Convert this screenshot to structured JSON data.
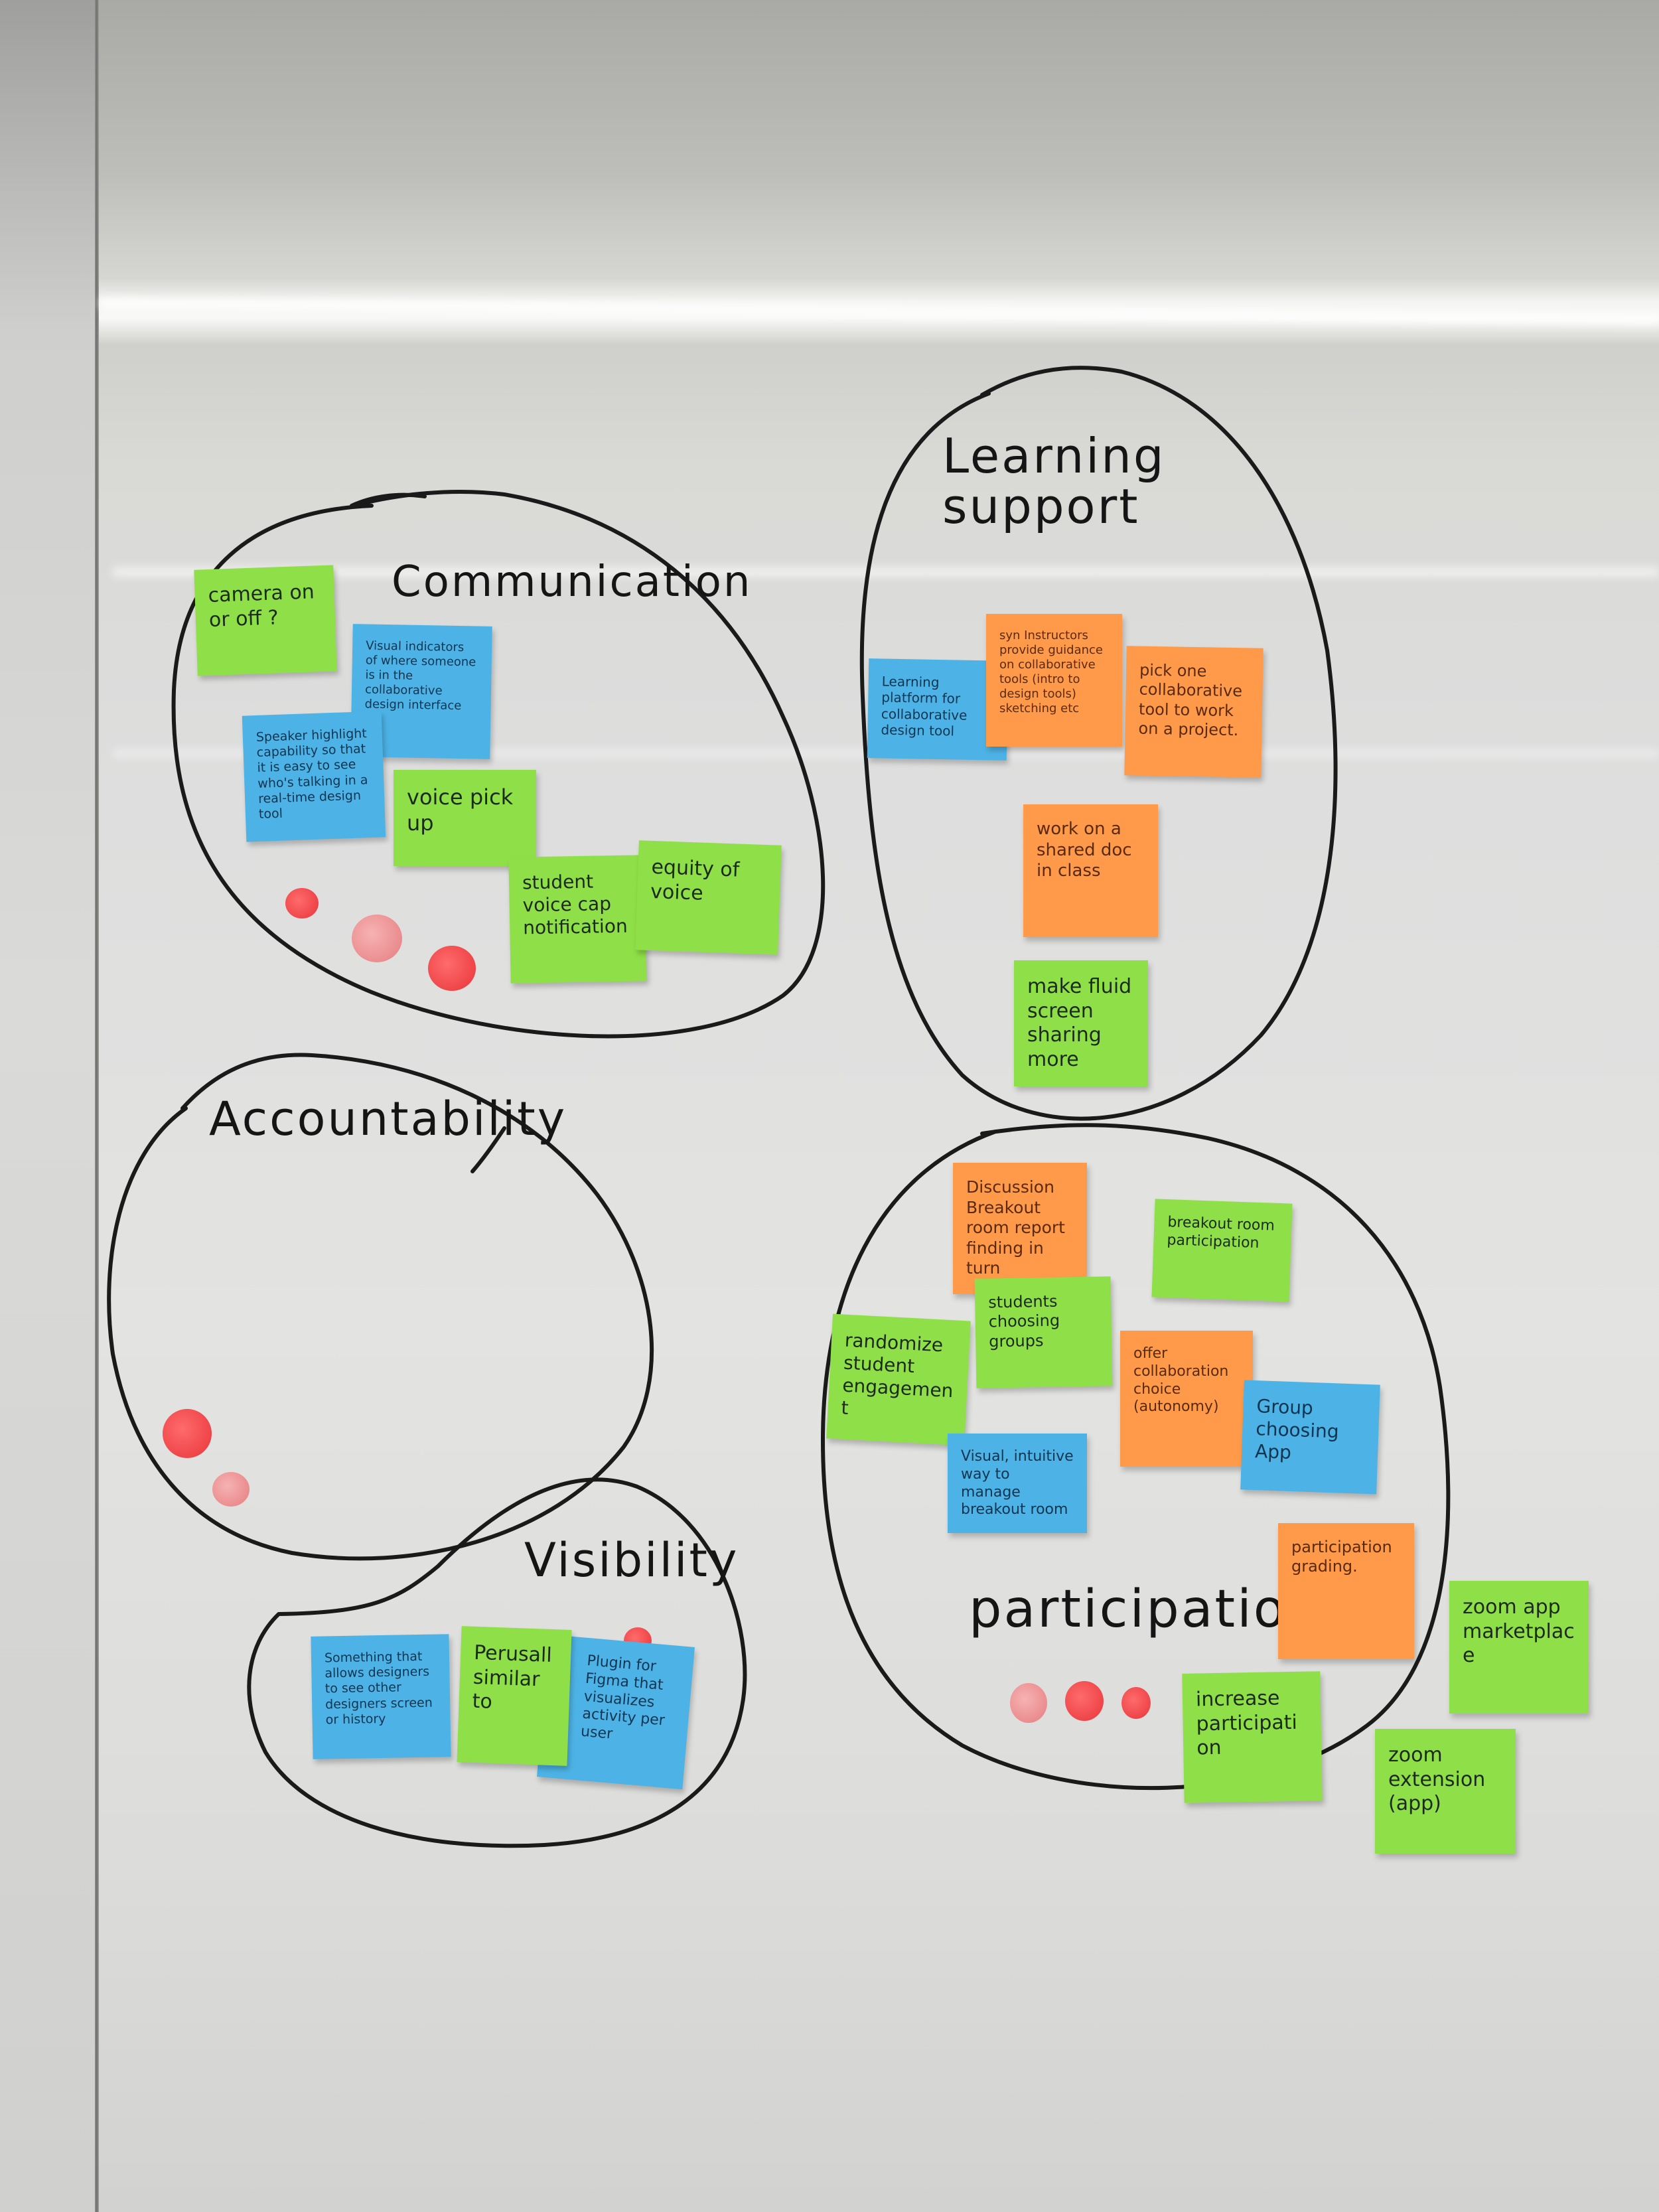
{
  "clusters": {
    "communication": {
      "title": "Communication",
      "notes": [
        "camera on or off ?",
        "Visual indicators of where someone is in the collaborative design interface",
        "Speaker highlight capability so that it is easy to see who's talking in a real-time design tool",
        "voice pick up",
        "student voice cap notification",
        "equity of voice"
      ]
    },
    "learning_support": {
      "title": "Learning support",
      "notes": [
        "Learning platform for collaborative design tool",
        "syn Instructors provide guidance on collaborative tools (intro to design tools) sketching etc",
        "pick one collaborative tool to work on a project.",
        "work on a shared doc in class",
        "make fluid screen sharing more"
      ]
    },
    "accountability": {
      "title": "Accountability",
      "notes": []
    },
    "visibility": {
      "title": "Visibility",
      "notes": [
        "Something that allows designers to see other designers screen or history",
        "Perusall similar to",
        "Plugin for Figma that visualizes activity per user"
      ]
    },
    "participation": {
      "title": "participation",
      "notes": [
        "Discussion Breakout room report finding in turn",
        "breakout room participation",
        "students choosing groups",
        "randomize student engagement",
        "offer collaboration choice (autonomy)",
        "Group choosing App",
        "Visual, intuitive way to manage breakout room",
        "participation grading.",
        "zoom app marketplace",
        "increase participation",
        "zoom extension (app)"
      ]
    }
  },
  "colors": {
    "green_note": "#8fe048",
    "orange_note": "#ff9a4a",
    "blue_note": "#4db3e6",
    "red_dot": "#e8353a",
    "pink_dot": "#e57d80",
    "marker": "#1a1a1a"
  }
}
